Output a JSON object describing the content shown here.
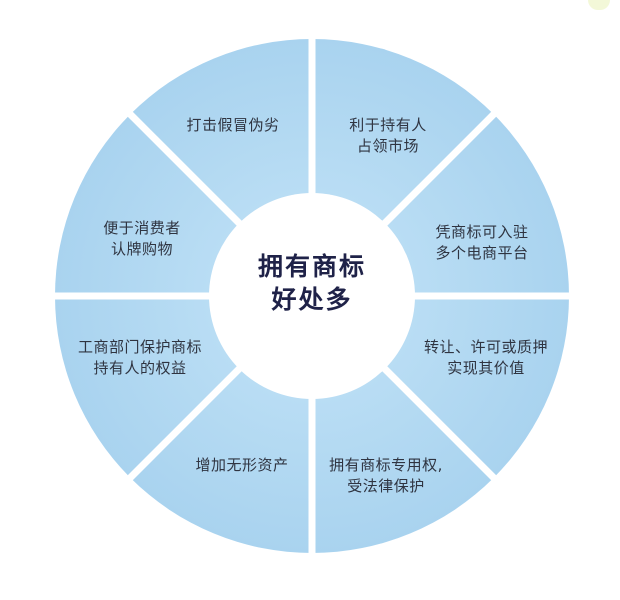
{
  "diagram": {
    "type": "radial-wheel",
    "segment_count": 8,
    "center_title": {
      "line1": "拥有商标",
      "line2": "好处多"
    },
    "segments": [
      {
        "position": "top-left",
        "line1": "打击假冒伪劣",
        "line2": ""
      },
      {
        "position": "top-right",
        "line1": "利于持有人",
        "line2": "占领市场"
      },
      {
        "position": "right-upper",
        "line1": "凭商标可入驻",
        "line2": "多个电商平台"
      },
      {
        "position": "right-lower",
        "line1": "转让、许可或质押",
        "line2": "实现其价值"
      },
      {
        "position": "bottom-right",
        "line1": "拥有商标专用权,",
        "line2": "受法律保护"
      },
      {
        "position": "bottom-left",
        "line1": "增加无形资产",
        "line2": ""
      },
      {
        "position": "left-lower",
        "line1": "工商部门保护商标",
        "line2": "持有人的权益"
      },
      {
        "position": "left-upper",
        "line1": "便于消费者",
        "line2": "认牌购物"
      }
    ]
  },
  "colors": {
    "segment_fill": "#aed6f1",
    "segment_gap": "#ffffff",
    "center_fill": "#ffffff",
    "center_text": "#1f2248",
    "segment_text": "#2f3441"
  }
}
